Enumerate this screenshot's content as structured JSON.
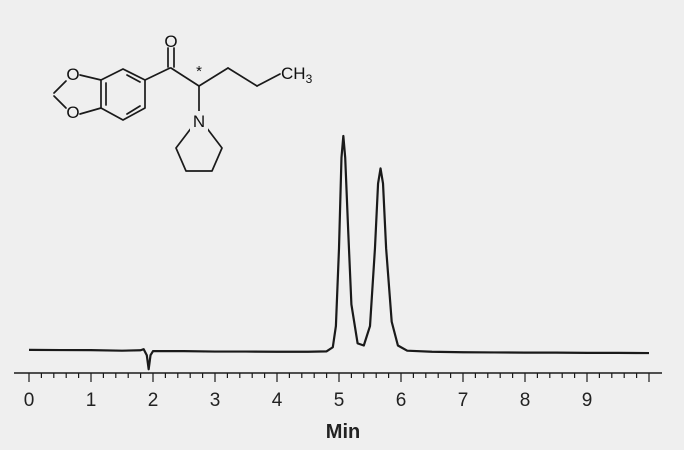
{
  "chart_data": {
    "type": "line",
    "title": "",
    "xlabel": "Min",
    "ylabel": "",
    "xlim": [
      0,
      10
    ],
    "x_ticks": [
      "0",
      "1",
      "2",
      "3",
      "4",
      "5",
      "6",
      "7",
      "8",
      "9"
    ],
    "x_tick_values": [
      0,
      1,
      2,
      3,
      4,
      5,
      6,
      7,
      8,
      9
    ],
    "minor_tick_step": 0.2,
    "grid": false,
    "y_units": "relative response (no axis printed)",
    "baseline": {
      "start": 0.0,
      "end": 10.0,
      "level_start": 1.0,
      "level_end": 0.0
    },
    "peaks": [
      {
        "rt": 5.07,
        "height": 100,
        "width": 0.09
      },
      {
        "rt": 5.67,
        "height": 85,
        "width": 0.095
      }
    ],
    "artifact": {
      "rt": 1.93,
      "depth": 8,
      "width": 0.02
    },
    "series": [
      {
        "points": [
          [
            0.0,
            1.0
          ],
          [
            0.5,
            0.9
          ],
          [
            1.0,
            0.85
          ],
          [
            1.5,
            0.6
          ],
          [
            1.8,
            0.8
          ],
          [
            1.85,
            1.3
          ],
          [
            1.9,
            -1.5
          ],
          [
            1.93,
            -8
          ],
          [
            1.96,
            -1.5
          ],
          [
            2.0,
            0.4
          ],
          [
            2.5,
            0.4
          ],
          [
            3.0,
            0.2
          ],
          [
            3.5,
            0.2
          ],
          [
            4.0,
            0.1
          ],
          [
            4.5,
            0.1
          ],
          [
            4.8,
            0.3
          ],
          [
            4.9,
            2.2
          ],
          [
            4.95,
            12
          ],
          [
            5.0,
            48
          ],
          [
            5.04,
            90
          ],
          [
            5.07,
            100
          ],
          [
            5.1,
            90
          ],
          [
            5.15,
            55
          ],
          [
            5.2,
            22
          ],
          [
            5.3,
            4
          ],
          [
            5.4,
            3
          ],
          [
            5.5,
            12
          ],
          [
            5.58,
            48
          ],
          [
            5.63,
            78
          ],
          [
            5.67,
            85
          ],
          [
            5.71,
            78
          ],
          [
            5.76,
            48
          ],
          [
            5.85,
            14
          ],
          [
            5.95,
            3
          ],
          [
            6.1,
            0.6
          ],
          [
            6.5,
            0.1
          ],
          [
            7.0,
            -0.1
          ],
          [
            7.5,
            -0.2
          ],
          [
            8.0,
            -0.3
          ],
          [
            8.5,
            -0.3
          ],
          [
            9.0,
            -0.4
          ],
          [
            9.5,
            -0.4
          ],
          [
            10.0,
            -0.5
          ]
        ]
      }
    ]
  },
  "structure": {
    "atom_labels": {
      "ketone_oxygen": "O",
      "ring_oxygen_top": "O",
      "ring_oxygen_bottom": "O",
      "nitrogen": "N",
      "methyl_main": "CH",
      "methyl_subscript": "3",
      "chiral_marker": "*"
    }
  }
}
